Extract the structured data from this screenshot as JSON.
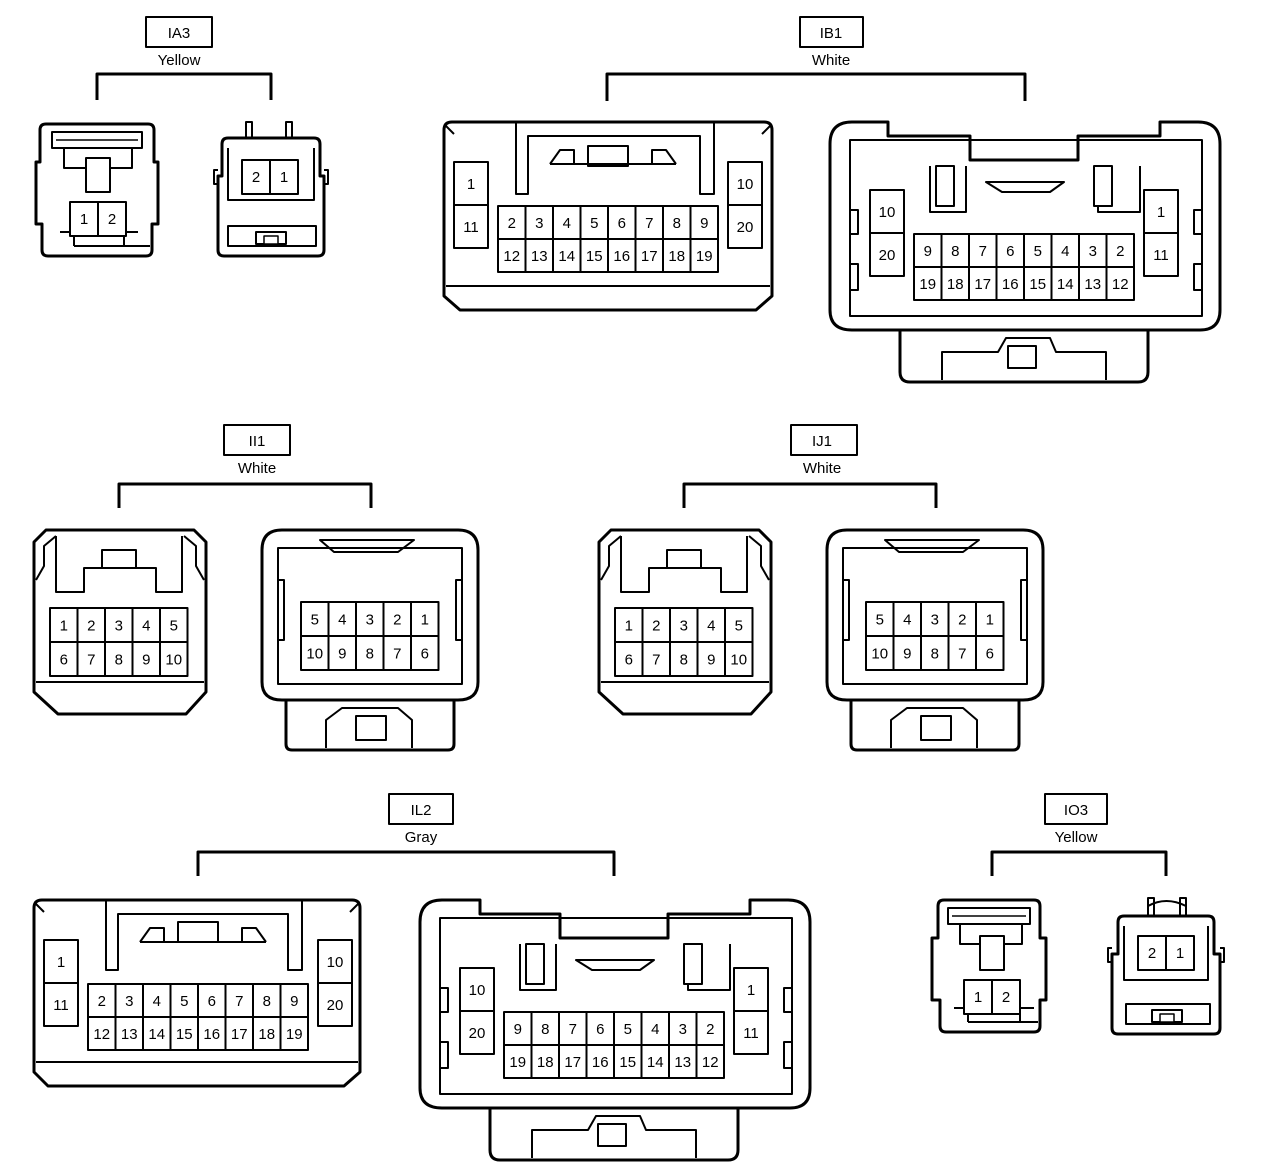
{
  "groups": [
    {
      "id": "IA3",
      "color": "Yellow"
    },
    {
      "id": "IB1",
      "color": "White"
    },
    {
      "id": "II1",
      "color": "White"
    },
    {
      "id": "IJ1",
      "color": "White"
    },
    {
      "id": "IL2",
      "color": "Gray"
    },
    {
      "id": "IO3",
      "color": "Yellow"
    }
  ],
  "pins": {
    "two_pin_female": [
      [
        "1",
        "2"
      ]
    ],
    "two_pin_male": [
      [
        "2",
        "1"
      ]
    ],
    "ten_pin_female": [
      [
        "1",
        "2",
        "3",
        "4",
        "5"
      ],
      [
        "6",
        "7",
        "8",
        "9",
        "10"
      ]
    ],
    "ten_pin_male": [
      [
        "5",
        "4",
        "3",
        "2",
        "1"
      ],
      [
        "10",
        "9",
        "8",
        "7",
        "6"
      ]
    ],
    "twenty_pin_female": {
      "left": [
        "1",
        "11"
      ],
      "right": [
        "10",
        "20"
      ],
      "rows": [
        [
          "2",
          "3",
          "4",
          "5",
          "6",
          "7",
          "8",
          "9"
        ],
        [
          "12",
          "13",
          "14",
          "15",
          "16",
          "17",
          "18",
          "19"
        ]
      ]
    },
    "twenty_pin_male": {
      "left": [
        "10",
        "20"
      ],
      "right": [
        "1",
        "11"
      ],
      "rows": [
        [
          "9",
          "8",
          "7",
          "6",
          "5",
          "4",
          "3",
          "2"
        ],
        [
          "19",
          "18",
          "17",
          "16",
          "15",
          "14",
          "13",
          "12"
        ]
      ]
    }
  }
}
